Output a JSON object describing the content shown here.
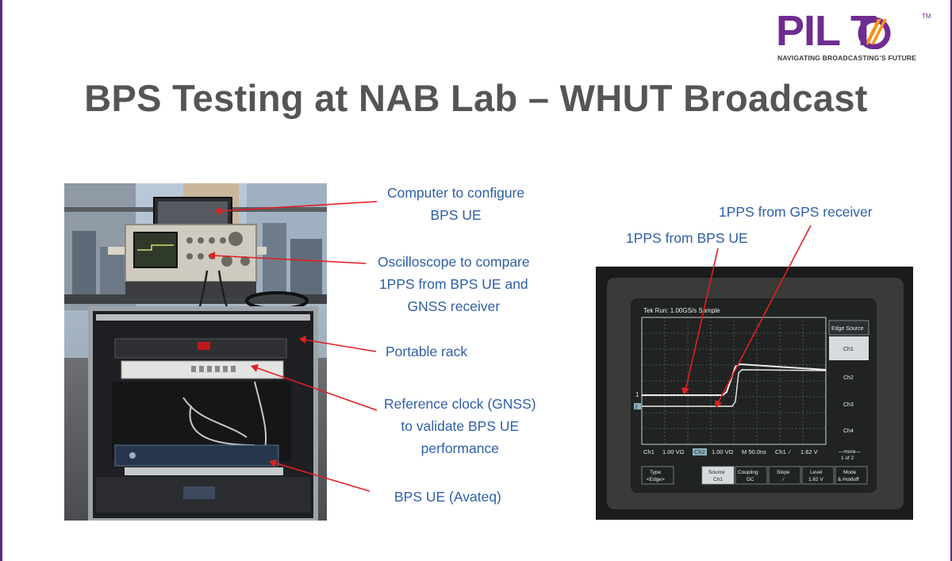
{
  "slide": {
    "title": "BPS Testing at NAB Lab – WHUT Broadcast"
  },
  "logo": {
    "word": "PIL T",
    "tm": "TM",
    "tagline": "NAVIGATING BROADCASTING’S FUTURE",
    "colors": {
      "primary": "#6f2c91",
      "accent": "#f7941d"
    }
  },
  "annotations": {
    "computer": [
      "Computer to configure",
      "BPS UE"
    ],
    "oscilloscope": [
      "Oscilloscope to compare",
      "1PPS from BPS UE and",
      "GNSS receiver"
    ],
    "rack": [
      "Portable rack"
    ],
    "reference_clock": [
      "Reference clock (GNSS)",
      "to validate BPS UE",
      "performance"
    ],
    "bps_ue": [
      "BPS UE (Avateq)"
    ],
    "pps_gps": [
      "1PPS from GPS receiver"
    ],
    "pps_bps": [
      "1PPS from BPS UE"
    ]
  },
  "scope_screen": {
    "header": "Tek Run: 1.00GS/s  Sample",
    "side_title": "Edge Source",
    "side_buttons": [
      "Ch1",
      "Ch2",
      "Ch3",
      "Ch4"
    ],
    "side_more": [
      "—more—",
      "1 of 2"
    ],
    "readout": [
      "Ch1",
      "1.00 VΩ",
      "Ch2",
      "1.00 VΩ",
      "M 50.0ns",
      "Ch1",
      "∕",
      "1.62 V"
    ],
    "menu": [
      [
        "Type",
        "<Edge>"
      ],
      [
        "Source",
        "Ch1"
      ],
      [
        "Coupling",
        "DC"
      ],
      [
        "Slope",
        "∕"
      ],
      [
        "Level",
        "1.62 V"
      ],
      [
        "Mode",
        "& Holdoff"
      ]
    ],
    "marker_1": "1",
    "marker_2": "2"
  },
  "colors": {
    "label_blue": "#2e5fa8",
    "arrow_red": "#e02020",
    "title_gray": "#555555"
  }
}
